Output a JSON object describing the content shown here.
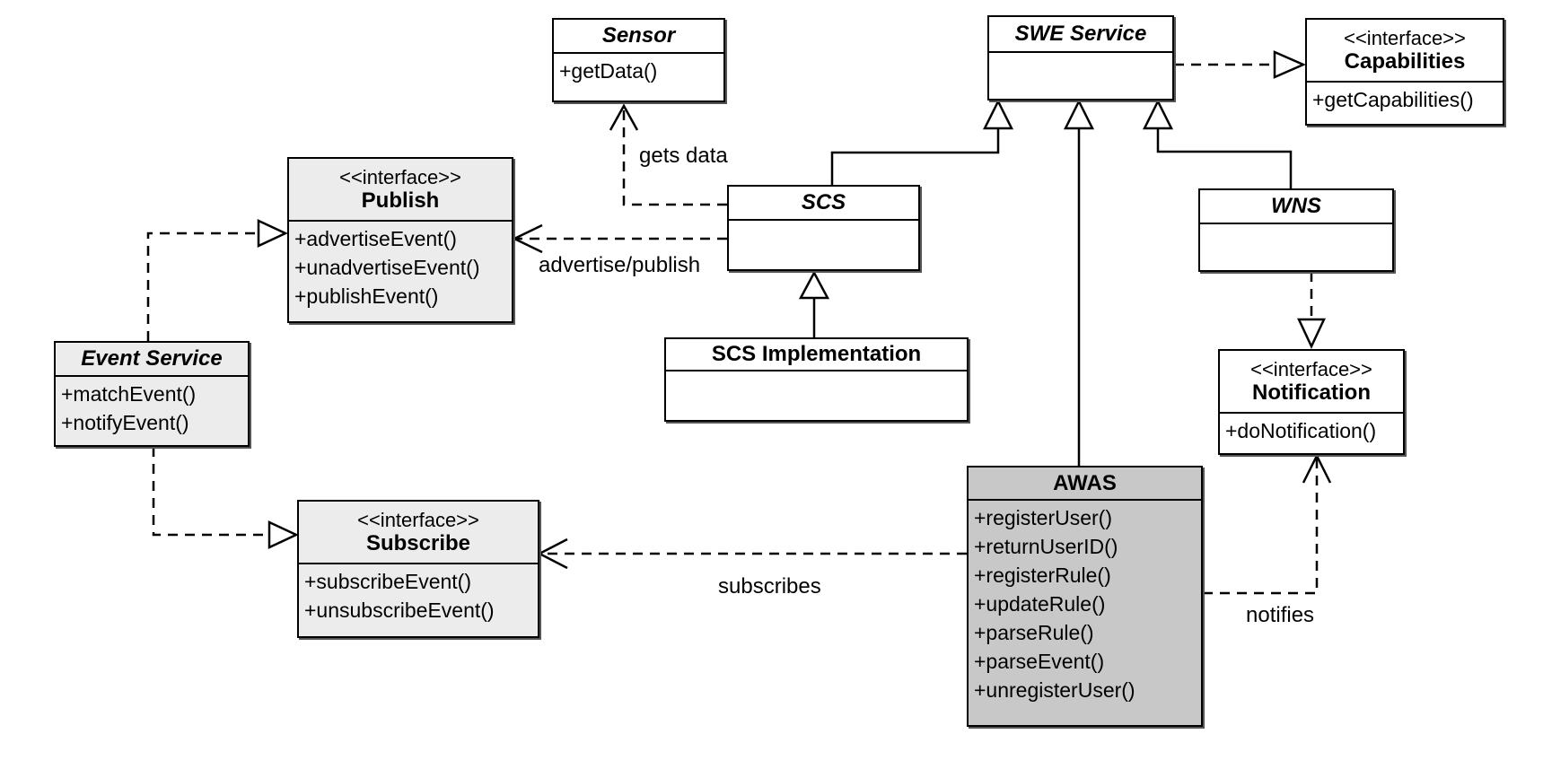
{
  "classes": {
    "sensor": {
      "name": "Sensor",
      "ops": [
        "+getData()"
      ]
    },
    "swe_service": {
      "name": "SWE Service"
    },
    "capabilities": {
      "stereotype": "<<interface>>",
      "name": "Capabilities",
      "ops": [
        "+getCapabilities()"
      ]
    },
    "publish": {
      "stereotype": "<<interface>>",
      "name": "Publish",
      "ops": [
        "+advertiseEvent()",
        "+unadvertiseEvent()",
        "+publishEvent()"
      ]
    },
    "scs": {
      "name": "SCS"
    },
    "wns": {
      "name": "WNS"
    },
    "scs_impl": {
      "name": "SCS Implementation"
    },
    "event_service": {
      "name": "Event Service",
      "ops": [
        "+matchEvent()",
        "+notifyEvent()"
      ]
    },
    "notification": {
      "stereotype": "<<interface>>",
      "name": "Notification",
      "ops": [
        "+doNotification()"
      ]
    },
    "subscribe": {
      "stereotype": "<<interface>>",
      "name": "Subscribe",
      "ops": [
        "+subscribeEvent()",
        "+unsubscribeEvent()"
      ]
    },
    "awas": {
      "name": "AWAS",
      "ops": [
        "+registerUser()",
        "+returnUserID()",
        "+registerRule()",
        "+updateRule()",
        "+parseRule()",
        "+parseEvent()",
        "+unregisterUser()"
      ]
    }
  },
  "labels": {
    "gets_data": "gets data",
    "advertise_publish": "advertise/publish",
    "subscribes": "subscribes",
    "notifies": "notifies"
  }
}
